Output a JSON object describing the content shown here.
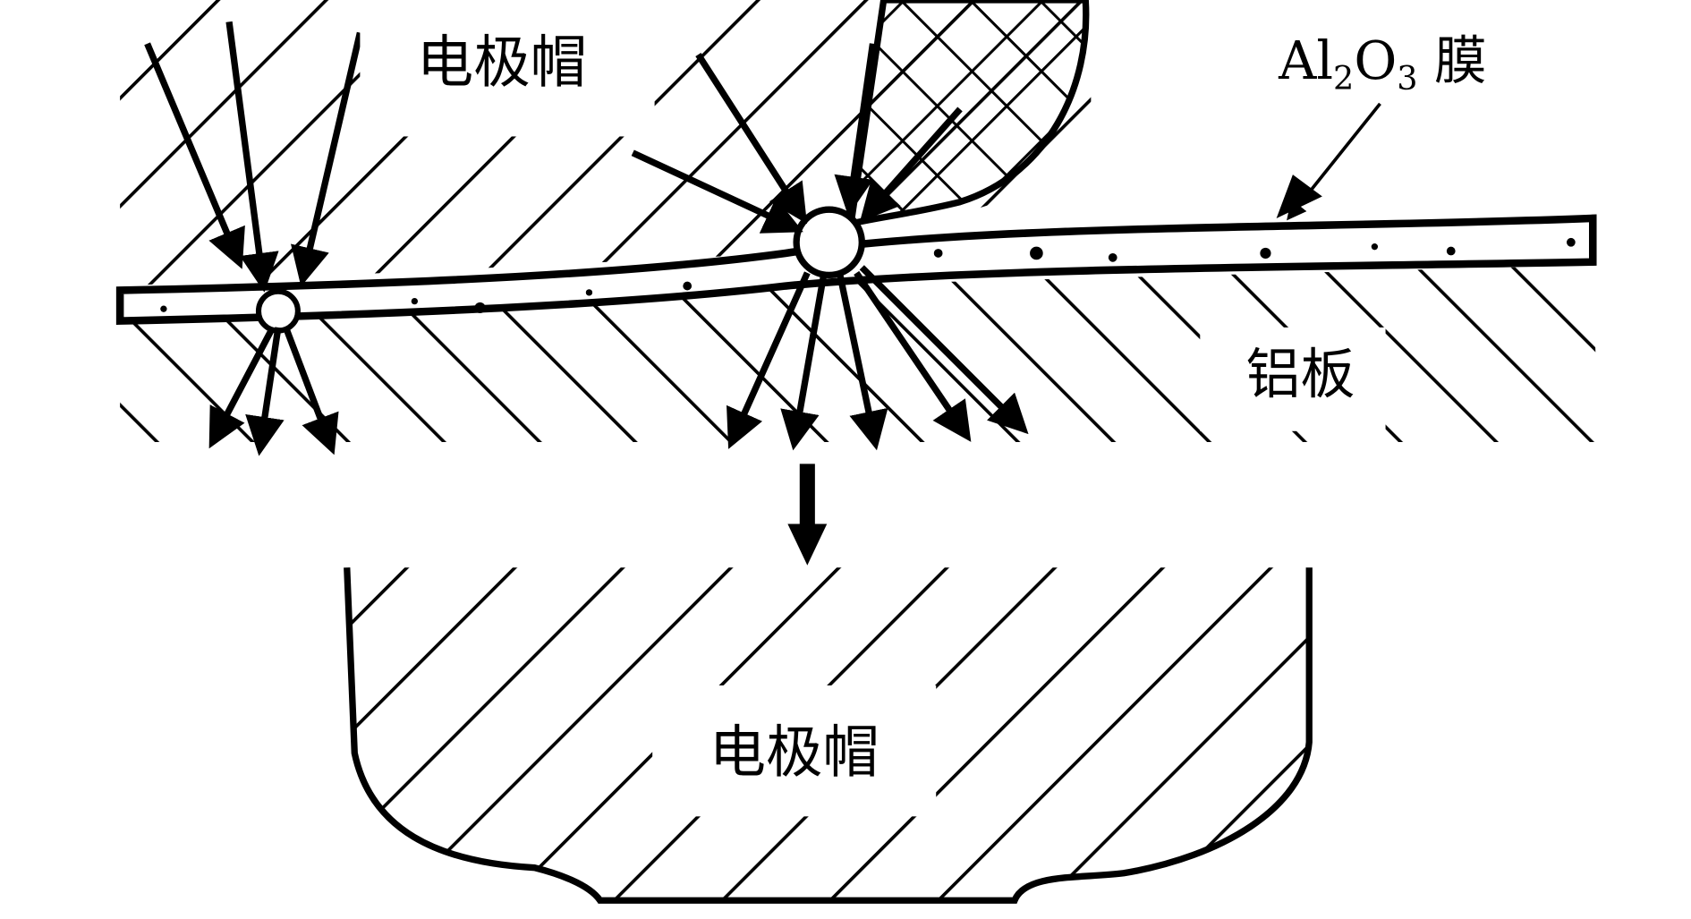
{
  "labels": {
    "top_electrode": "电极帽",
    "film_prefix": "Al",
    "film_sub1": "2",
    "film_mid": "O",
    "film_sub2": "3",
    "film_suffix": " 膜",
    "plate": "铝板",
    "bottom_electrode": "电极帽"
  },
  "colors": {
    "ink": "#000000",
    "background": "#ffffff"
  }
}
